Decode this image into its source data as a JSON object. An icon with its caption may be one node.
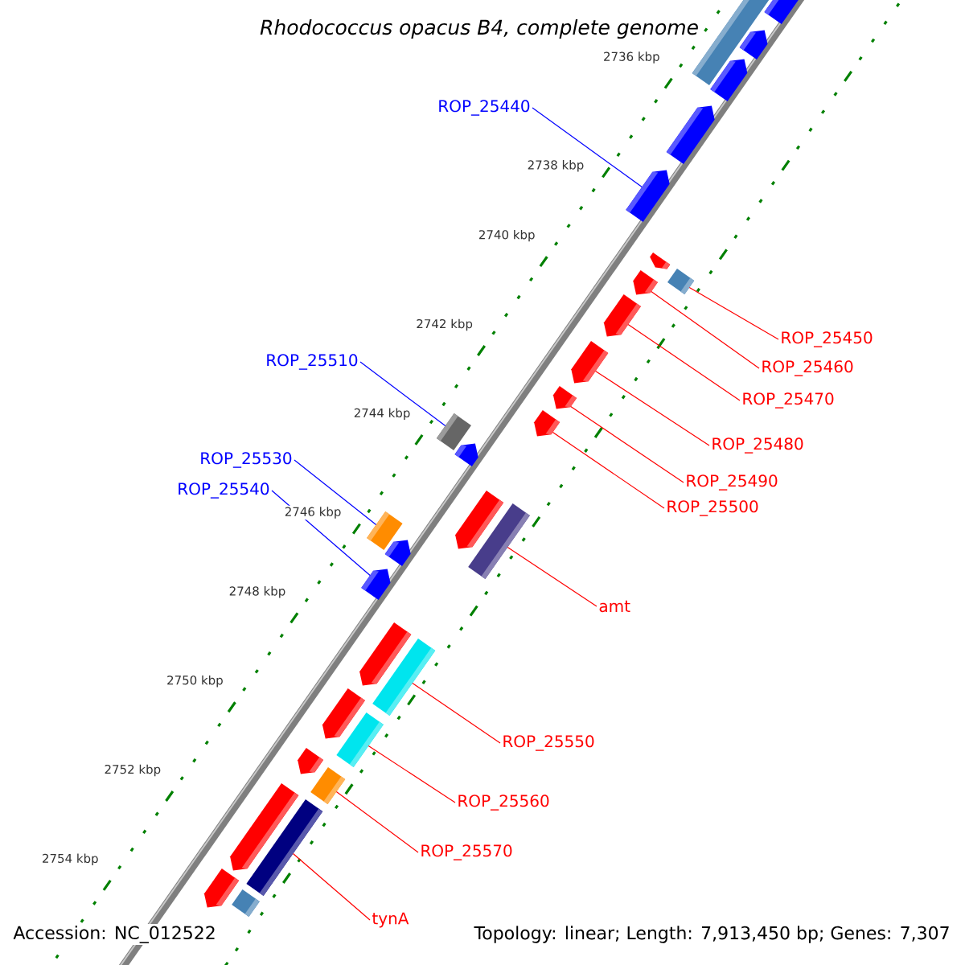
{
  "diagram": {
    "title": "Rhodococcus opacus B4, complete genome",
    "nodes": [
      {
        "text": [
          "ROP_25440"
        ]
      },
      {
        "text": [
          "ROP_25510"
        ]
      },
      {
        "text": [
          "ROP_25530"
        ]
      },
      {
        "text": [
          "ROP_25540"
        ]
      },
      {
        "text": [
          "ROP_25450"
        ]
      },
      {
        "text": [
          "ROP_25460"
        ]
      },
      {
        "text": [
          "ROP_25470"
        ]
      },
      {
        "text": [
          "ROP_25480"
        ]
      },
      {
        "text": [
          "ROP_25490"
        ]
      },
      {
        "text": [
          "ROP_25500"
        ]
      },
      {
        "text": [
          "amt"
        ]
      },
      {
        "text": [
          "ROP_25550"
        ]
      },
      {
        "text": [
          "ROP_25560"
        ]
      },
      {
        "text": [
          "ROP_25570"
        ]
      },
      {
        "text": [
          "tynA"
        ]
      },
      {
        "text": [],
        "shape": "arrow"
      },
      {
        "text": [],
        "shape": "box"
      },
      {
        "text": [],
        "shape": "arrow"
      },
      {
        "text": [],
        "shape": "arrow"
      },
      {
        "text": [],
        "shape": "arrow"
      },
      {
        "text": [],
        "shape": "arrow"
      },
      {
        "text": [],
        "shape": "arrow"
      },
      {
        "text": [],
        "shape": "box"
      },
      {
        "text": [],
        "shape": "arrow"
      },
      {
        "text": [],
        "shape": "arrow"
      },
      {
        "text": [],
        "shape": "arrow"
      },
      {
        "text": [],
        "shape": "arrow"
      },
      {
        "text": [],
        "shape": "arrow"
      },
      {
        "text": [],
        "shape": "box"
      },
      {
        "text": [],
        "shape": "arrow"
      },
      {
        "text": [],
        "shape": "arrow"
      },
      {
        "text": [],
        "shape": "box"
      },
      {
        "text": [],
        "shape": "box"
      },
      {
        "text": [],
        "shape": "arrow"
      },
      {
        "text": [],
        "shape": "arrow"
      },
      {
        "text": [],
        "shape": "arrow"
      },
      {
        "text": [],
        "shape": "box"
      },
      {
        "text": [],
        "shape": "arrow"
      },
      {
        "text": [],
        "shape": "box"
      },
      {
        "text": [],
        "shape": "arrow"
      },
      {
        "text": [],
        "shape": "box"
      },
      {
        "text": [],
        "shape": "arrow"
      },
      {
        "text": [],
        "shape": "box"
      },
      {
        "text": [],
        "shape": "arrow"
      },
      {
        "text": [],
        "shape": "box"
      }
    ],
    "edges": [
      {
        "from": 0,
        "to": 20,
        "arrow": "none",
        "color": "#0000ff"
      },
      {
        "from": 1,
        "to": 28,
        "arrow": "none",
        "color": "#0000ff"
      },
      {
        "from": 2,
        "to": 32,
        "arrow": "none",
        "color": "#0000ff"
      },
      {
        "from": 3,
        "to": 34,
        "arrow": "none",
        "color": "#0000ff"
      },
      {
        "from": 4,
        "to": 22,
        "arrow": "none"
      },
      {
        "from": 5,
        "to": 23,
        "arrow": "none"
      },
      {
        "from": 6,
        "to": 24,
        "arrow": "none"
      },
      {
        "from": 7,
        "to": 25,
        "arrow": "none"
      },
      {
        "from": 8,
        "to": 26,
        "arrow": "none"
      },
      {
        "from": 9,
        "to": 27,
        "arrow": "none"
      },
      {
        "from": 10,
        "to": 31,
        "arrow": "none"
      },
      {
        "from": 11,
        "to": 36,
        "arrow": "none"
      },
      {
        "from": 12,
        "to": 38,
        "arrow": "none"
      },
      {
        "from": 13,
        "to": 40,
        "arrow": "none"
      },
      {
        "from": 14,
        "to": 42,
        "arrow": "none"
      }
    ],
    "labels": [
      "2736 kbp",
      "2738 kbp",
      "2740 kbp",
      "2742 kbp",
      "2744 kbp",
      "2746 kbp",
      "2748 kbp",
      "2750 kbp",
      "2752 kbp",
      "2754 kbp",
      "Accession: NC_012522",
      "Topology: linear; Length: 7,913,450 bp; Genes: 7,307"
    ]
  }
}
